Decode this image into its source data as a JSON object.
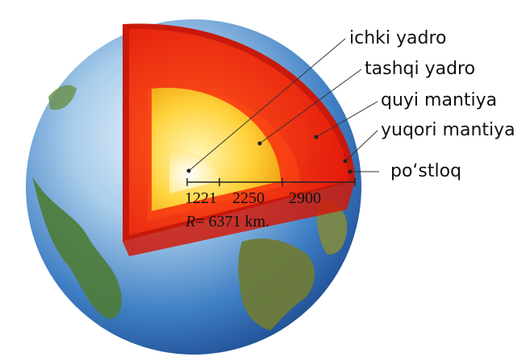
{
  "layers": [
    {
      "label": "ichki yadro"
    },
    {
      "label": "tashqi yadro"
    },
    {
      "label": "quyi mantiya"
    },
    {
      "label": "yuqori mantiya"
    },
    {
      "label": "po‘stloq"
    }
  ],
  "scale": {
    "ticks": [
      "1221",
      "2250",
      "2900"
    ],
    "radius_symbol": "R",
    "radius_text": "= 6371 km."
  },
  "colors": {
    "ocean": "#2f6fb8",
    "land": "#3f7a3a",
    "mantle_red": "#f21f0f",
    "outer_core": "#f6b61f",
    "inner_core": "#fff3a0",
    "crust": "#c41a0a"
  }
}
